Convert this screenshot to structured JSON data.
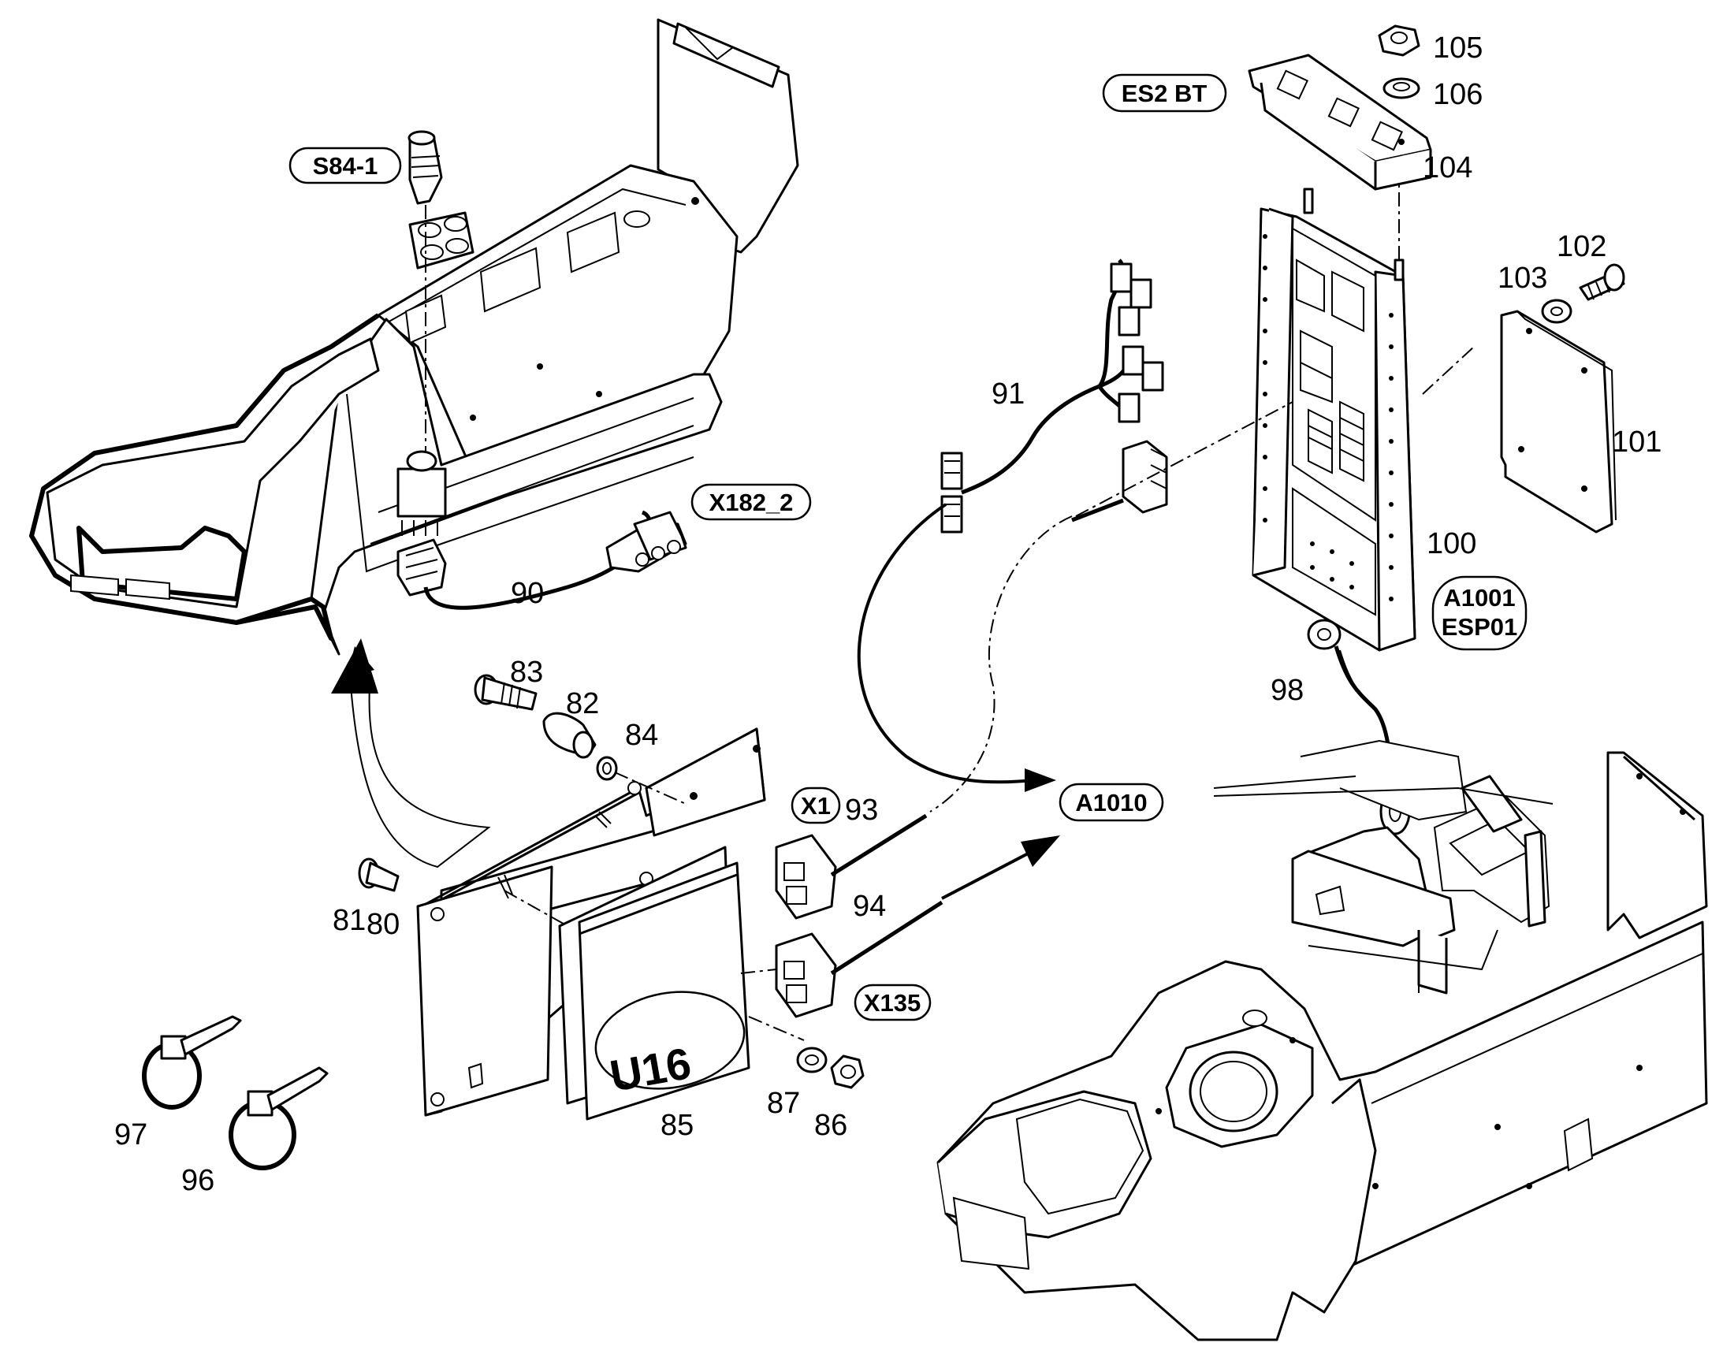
{
  "tags": {
    "s84_1": "S84-1",
    "x182_2": "X182_2",
    "es2_bt": "ES2 BT",
    "a1001": "A1001",
    "esp01": "ESP01",
    "a1010": "A1010",
    "x1": "X1",
    "x135": "X135",
    "u16": "U16"
  },
  "numbers": {
    "n80": "80",
    "n81": "81",
    "n82": "82",
    "n83": "83",
    "n84": "84",
    "n85": "85",
    "n86": "86",
    "n87": "87",
    "n90": "90",
    "n91": "91",
    "n93": "93",
    "n94": "94",
    "n96": "96",
    "n97": "97",
    "n98": "98",
    "n100": "100",
    "n101": "101",
    "n102": "102",
    "n103": "103",
    "n104": "104",
    "n105": "105",
    "n106": "106"
  }
}
